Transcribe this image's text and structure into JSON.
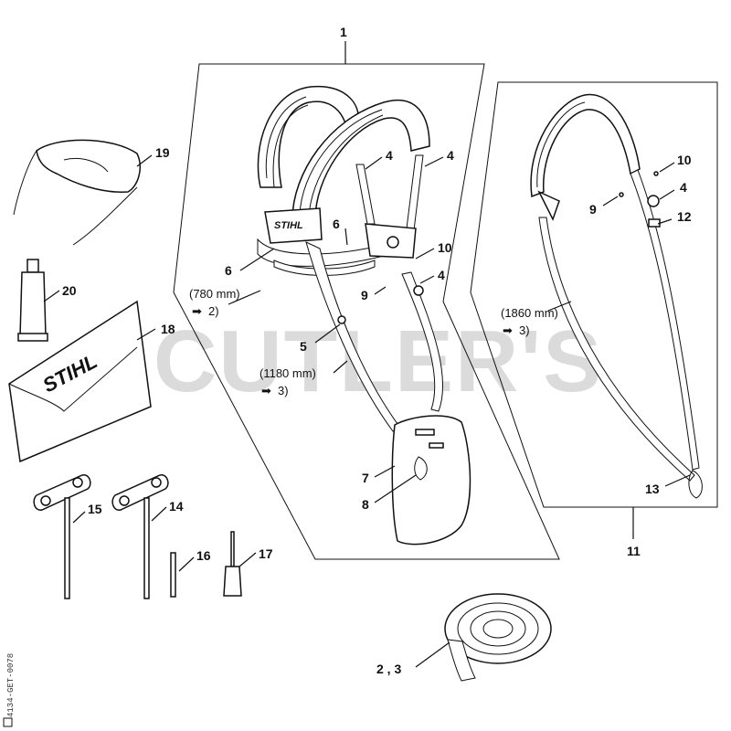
{
  "watermark": "CUTLER'S",
  "brand_logo": "STIHL",
  "drawing_code": "4134-GET-0078",
  "callouts": {
    "c1": "1",
    "c4a": "4",
    "c4b": "4",
    "c6a": "6",
    "c6b": "6",
    "c10a": "10",
    "c4c": "4",
    "c9a": "9",
    "c5": "5",
    "c7": "7",
    "c8": "8",
    "c19": "19",
    "c20": "20",
    "c18": "18",
    "c15": "15",
    "c14": "14",
    "c16": "16",
    "c17": "17",
    "c23": "2 , 3",
    "c10b": "10",
    "c9b": "9",
    "c4d": "4",
    "c12": "12",
    "c13": "13",
    "c11": "11"
  },
  "dimensions": {
    "d780": "(780 mm)",
    "d780_ref": "2)",
    "d1180": "(1180 mm)",
    "d1180_ref": "3)",
    "d1860": "(1860 mm)",
    "d1860_ref": "3)"
  }
}
